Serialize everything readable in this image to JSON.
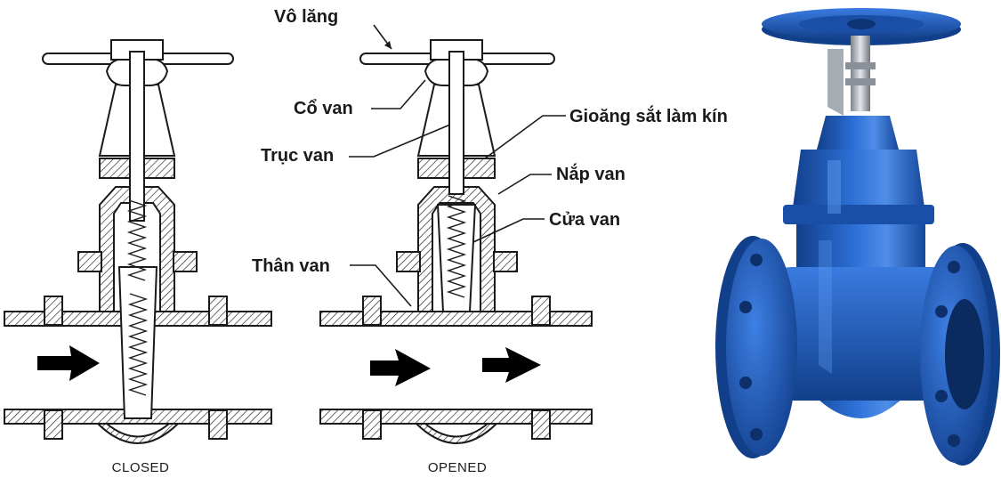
{
  "labels": {
    "handwheel": "Vô lăng",
    "neck": "Cổ van",
    "gasket": "Gioăng sắt làm kín",
    "stem": "Trục van",
    "bonnet": "Nắp van",
    "gate": "Cửa van",
    "body": "Thân van"
  },
  "captions": {
    "closed": "CLOSED",
    "opened": "OPENED"
  },
  "colors": {
    "line": "#1a1a1a",
    "valve_blue": "#1f5fc4",
    "valve_blue_dark": "#123f8a",
    "valve_blue_light": "#4f8ee8",
    "steel": "#b9bec6"
  }
}
